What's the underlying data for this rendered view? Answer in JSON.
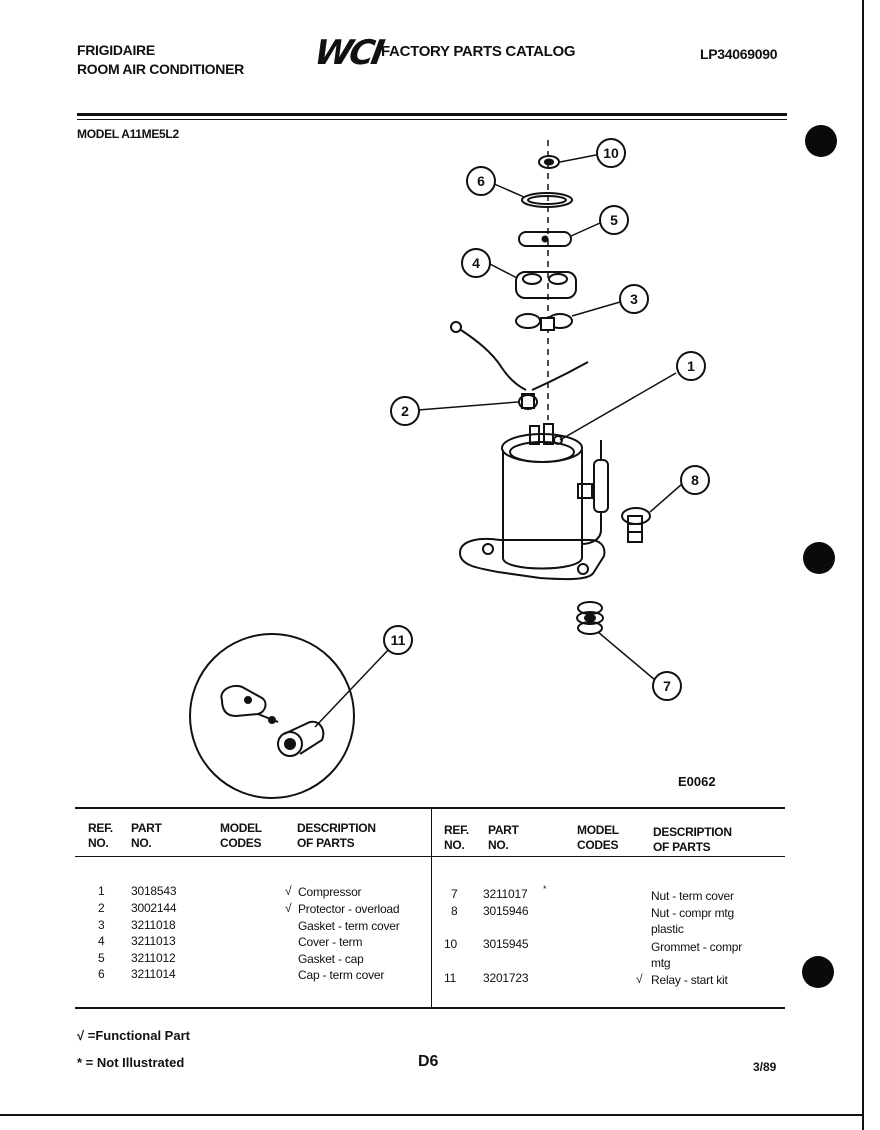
{
  "header": {
    "brand": "FRIGIDAIRE",
    "product": "ROOM AIR CONDITIONER",
    "logo": "WCI",
    "catalog_title": "FACTORY PARTS CATALOG",
    "catalog_number": "LP34069090",
    "model": "MODEL A11ME5L2"
  },
  "diagram": {
    "code": "E0062",
    "callouts": [
      "1",
      "2",
      "3",
      "4",
      "5",
      "6",
      "7",
      "8",
      "10",
      "11"
    ]
  },
  "table": {
    "columns": {
      "ref": [
        "REF.",
        "NO."
      ],
      "part": [
        "PART",
        "NO."
      ],
      "model": [
        "MODEL",
        "CODES"
      ],
      "desc": [
        "DESCRIPTION",
        "OF PARTS"
      ]
    },
    "left_rows": [
      {
        "ref": "1",
        "part": "3018543",
        "func": "√",
        "desc": "Compressor"
      },
      {
        "ref": "2",
        "part": "3002144",
        "func": "√",
        "desc": "Protector - overload"
      },
      {
        "ref": "3",
        "part": "3211018",
        "func": "",
        "desc": "Gasket - term cover"
      },
      {
        "ref": "4",
        "part": "3211013",
        "func": "",
        "desc": "Cover - term"
      },
      {
        "ref": "5",
        "part": "3211012",
        "func": "",
        "desc": "Gasket - cap"
      },
      {
        "ref": "6",
        "part": "3211014",
        "func": "",
        "desc": "Cap - term cover"
      }
    ],
    "right_rows": [
      {
        "ref": "7",
        "part": "3211017",
        "mark": "*",
        "func": "",
        "desc": "Nut - term cover"
      },
      {
        "ref": "8",
        "part": "3015946",
        "mark": "",
        "func": "",
        "desc": "Nut - compr mtg",
        "desc2": "plastic"
      },
      {
        "ref": "10",
        "part": "3015945",
        "mark": "",
        "func": "",
        "desc": "Grommet - compr",
        "desc2": "mtg"
      },
      {
        "ref": "11",
        "part": "3201723",
        "mark": "",
        "func": "√",
        "desc": "Relay - start kit"
      }
    ]
  },
  "footer": {
    "functional_legend": "√ =Functional Part",
    "not_illustrated_legend": "* = Not Illustrated",
    "page": "D6",
    "date": "3/89"
  }
}
